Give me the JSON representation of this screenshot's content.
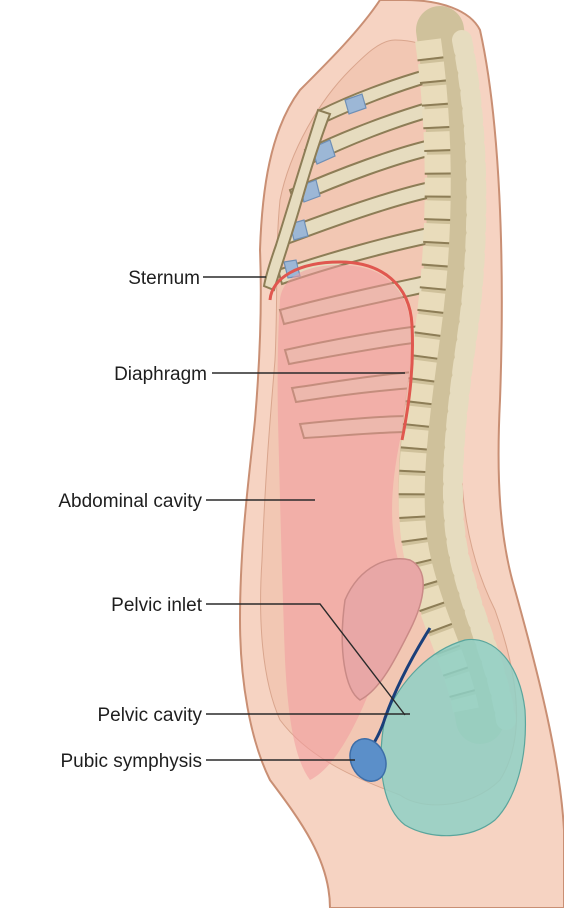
{
  "diagram": {
    "labels": {
      "sternum": "Sternum",
      "diaphragm": "Diaphragm",
      "abdominal_cavity": "Abdominal cavity",
      "pelvic_inlet": "Pelvic inlet",
      "pelvic_cavity": "Pelvic cavity",
      "pubic_symphysis": "Pubic symphysis"
    },
    "colors": {
      "skin": "#f1c6b0",
      "body_outline": "#c98f74",
      "abdominal_cavity": "#f29a9e",
      "diaphragm_outline": "#e0574f",
      "pelvic_cavity": "#8fd0c6",
      "pelvic_inlet_line": "#1b3f7a",
      "pubic_symphysis": "#5b8fc9",
      "bone": "#e6dcbf",
      "bone_outline": "#8d7d56",
      "cartilage": "#9cb7d6",
      "leader_line": "#2a2a2a"
    }
  }
}
